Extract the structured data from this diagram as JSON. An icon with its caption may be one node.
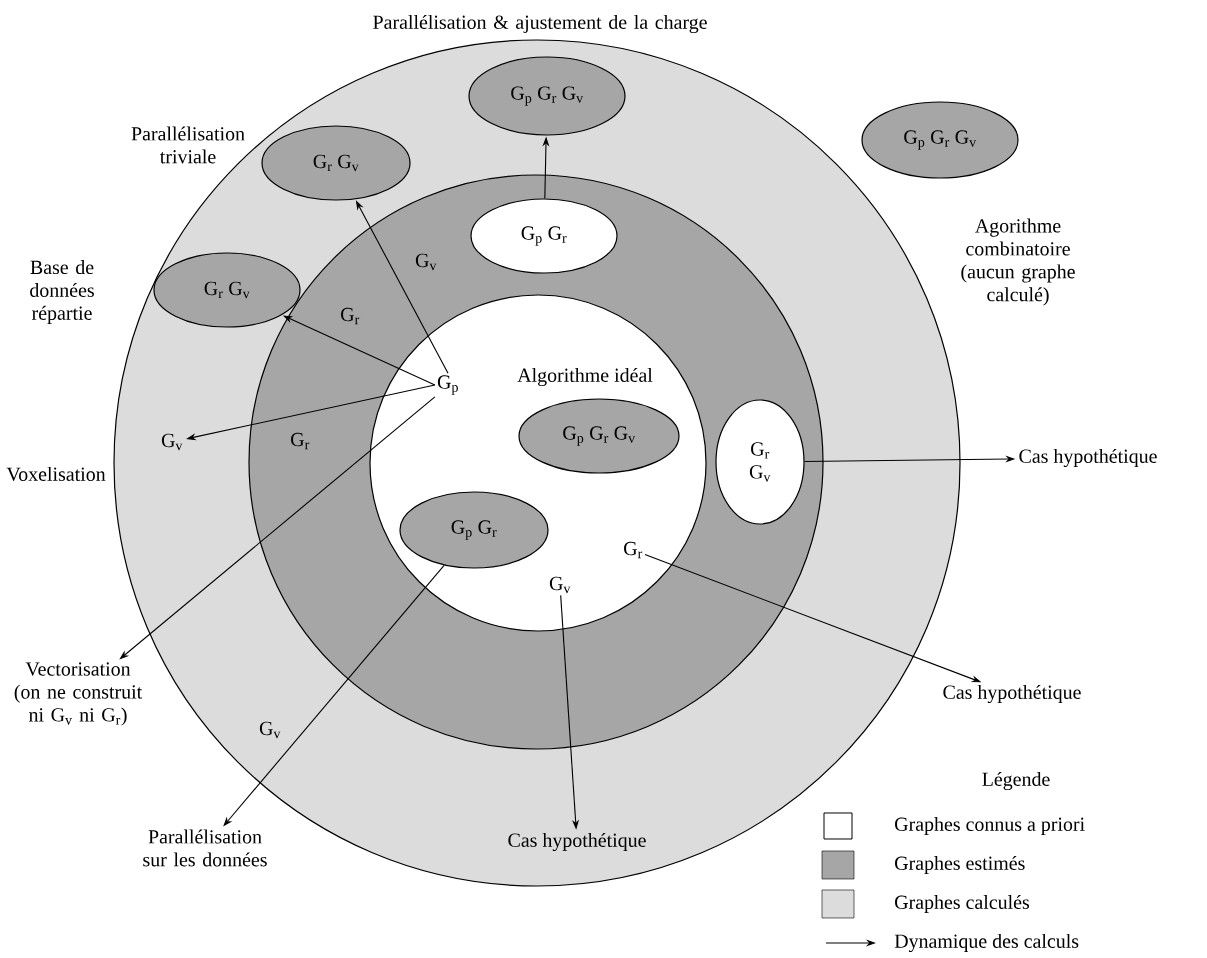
{
  "diagram": {
    "nodes": [
      {
        "text": [],
        "shape": "circle"
      },
      {
        "text": [],
        "shape": "circle",
        "in": 0
      },
      {
        "text": [
          "Algorithme idéal"
        ],
        "in": 1
      },
      {
        "text": [
          "G$_{p}$ G$_{r}$ G$_{v}$"
        ],
        "in": 0,
        "beside": [
          "Parallélisation & ajustement de la charge"
        ]
      },
      {
        "text": [
          "G$_{r}$ G$_{v}$"
        ],
        "in": 0,
        "beside": [
          "Parallélisation triviale"
        ]
      },
      {
        "text": [
          "G$_{r}$ G$_{v}$"
        ],
        "in": 0,
        "beside": [
          "Base de données répartie"
        ]
      },
      {
        "text": [
          "G$_{p}$ G$_{r}$"
        ],
        "in": 1
      },
      {
        "text": [
          "G$_{p}$ G$_{r}$ G$_{v}$"
        ],
        "beside": [
          "Agorithme combinatoire (aucun graphe calculé)"
        ]
      },
      {
        "text": [
          "G$_{p}$ G$_{r}$ G$_{v}$"
        ],
        "in": 2
      },
      {
        "text": [
          "G$_{r}$ G$_{v}$"
        ],
        "in": 1
      },
      {
        "text": [
          "G$_{p}$ G$_{r}$"
        ],
        "in": 2
      },
      {
        "text": [
          "G$_{p}$"
        ],
        "in": 2
      },
      {
        "text": [
          "G$_{r}$"
        ],
        "in": 2
      },
      {
        "text": [
          "G$_{v}$"
        ],
        "in": 2
      },
      {
        "text": [
          "G$_{v}$"
        ],
        "in": 0,
        "beside": [
          "Voxelisation"
        ]
      },
      {
        "text": [
          "Vectorisation (on ne construit ni G$_{v}$ ni G$_{r}$)"
        ]
      },
      {
        "text": [
          "Parallélisation sur les données"
        ]
      },
      {
        "text": [
          "Cas hypothétique"
        ],
        "in": 0
      },
      {
        "text": [
          "Cas hypothétique"
        ]
      },
      {
        "text": [
          "Cas hypothétique"
        ]
      }
    ],
    "edges": [
      {
        "from": 11,
        "to": 4,
        "arrow": "to",
        "label": "G$_{v}$"
      },
      {
        "from": 11,
        "to": 5,
        "arrow": "to",
        "label": "G$_{r}$"
      },
      {
        "from": 11,
        "to": 14,
        "arrow": "to",
        "label": "G$_{r}$"
      },
      {
        "from": 11,
        "to": 15,
        "arrow": "to"
      },
      {
        "from": 6,
        "to": 3,
        "arrow": "to"
      },
      {
        "from": 10,
        "to": 16,
        "arrow": "to",
        "label": "G$_{v}$"
      },
      {
        "from": 13,
        "to": 17,
        "arrow": "to"
      },
      {
        "from": 12,
        "to": 18,
        "arrow": "to"
      },
      {
        "from": 9,
        "to": 19,
        "arrow": "to"
      }
    ],
    "labels": [
      "Légende"
    ],
    "legend": [
      {
        "text": "Graphes connus a priori"
      },
      {
        "text": "Graphes estimés",
        "color": "#a6a6a6"
      },
      {
        "text": "Graphes calculés",
        "color": "#dcdcdc"
      },
      {
        "text": "Dynamique des calculs"
      }
    ]
  }
}
